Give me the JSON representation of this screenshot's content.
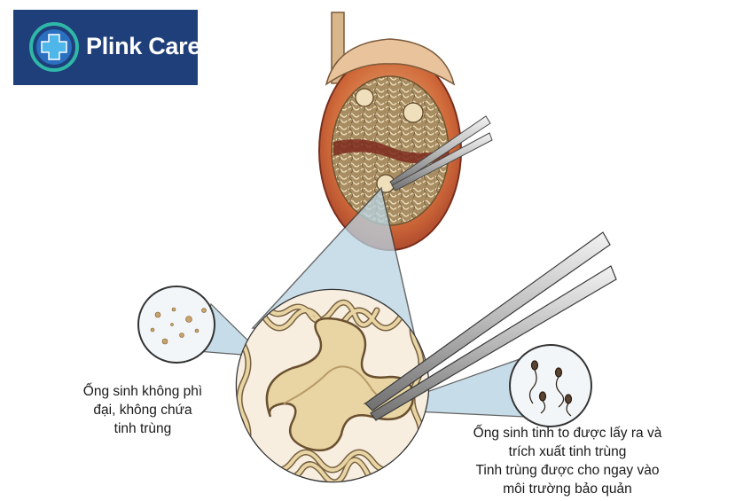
{
  "logo": {
    "brand_name": "Plink Care",
    "background_color": "#1f3f7a",
    "icon": "medical-cross-icon"
  },
  "labels": {
    "left_caption_line1": "Ống sinh không phì",
    "left_caption_line2": "đại, không chứa",
    "left_caption_line3": "tinh trùng",
    "right_caption_line1": "Ống sinh tinh to được lấy ra và",
    "right_caption_line2": "trích xuất tinh trùng",
    "right_caption_line3": "Tinh trùng được cho ngay vào",
    "right_caption_line4": "môi trường bảo quản"
  },
  "colors": {
    "tissue_cut_face": "#a08560",
    "capsule_red": "#c8502f",
    "tubule_fill": "#e8d5a3",
    "tubule_outline": "#6a5030",
    "callout_blue": "#b9d4e3"
  }
}
